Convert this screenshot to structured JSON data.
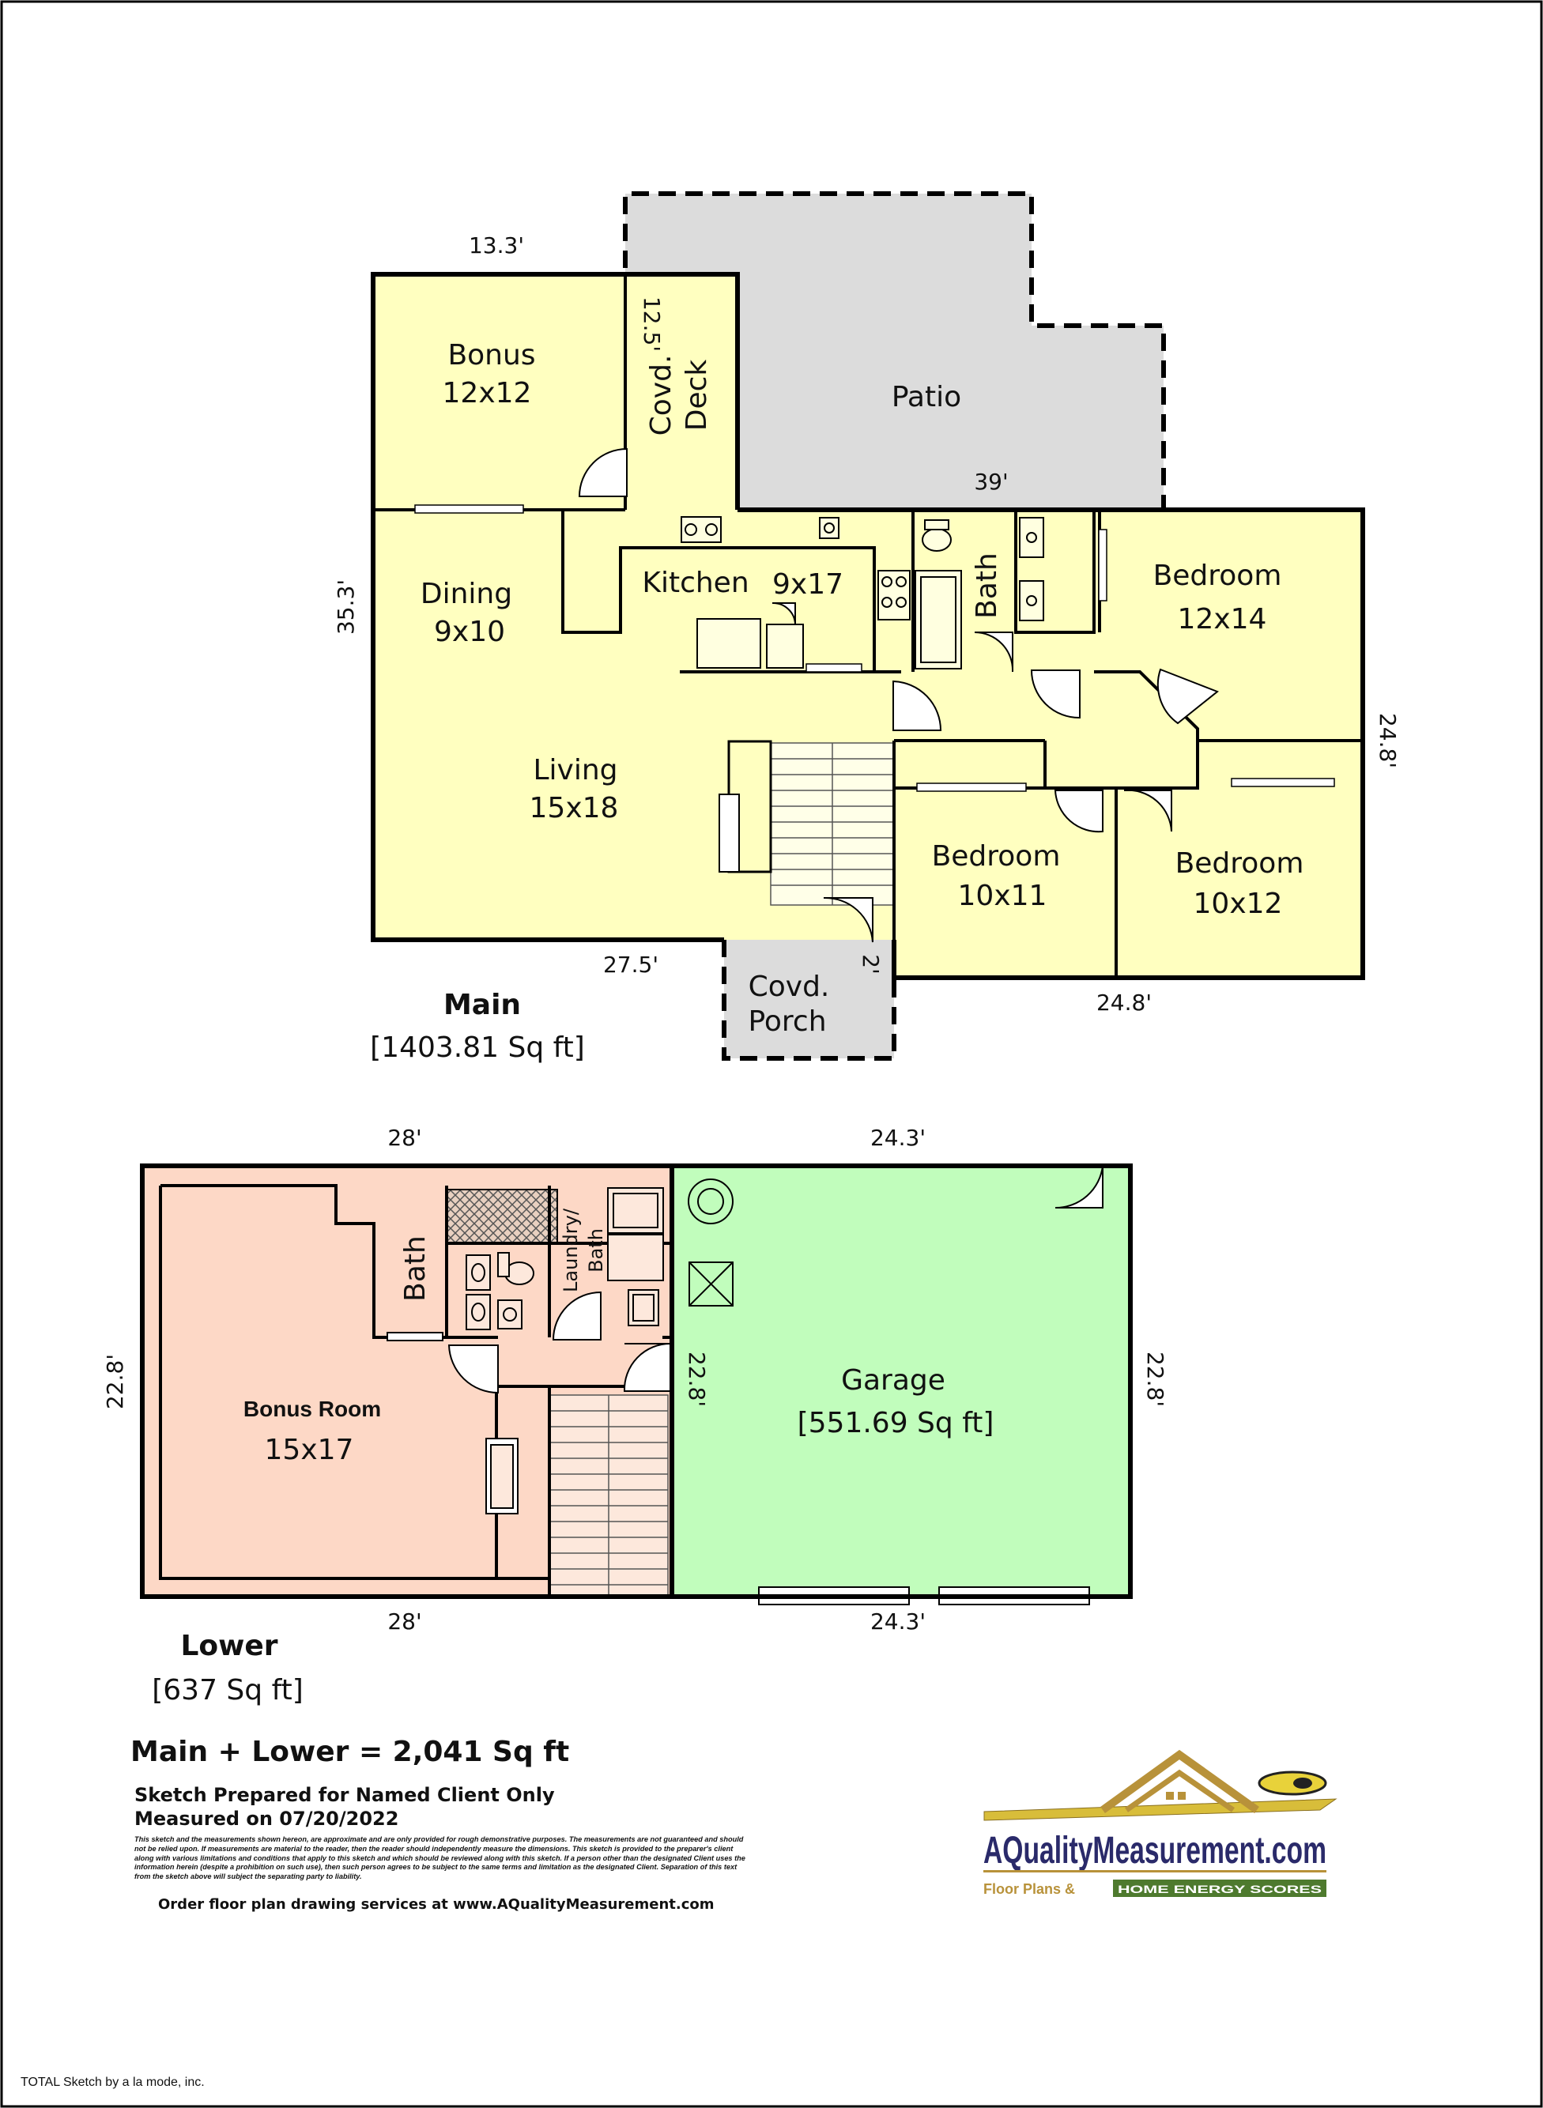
{
  "floors": {
    "main": {
      "title": "Main",
      "area": "[1403.81 Sq ft]",
      "rooms": {
        "bonus_name": "Bonus",
        "bonus_size": "12x12",
        "deck_line1": "Covd.",
        "deck_line2": "Deck",
        "patio": "Patio",
        "dining_name": "Dining",
        "dining_size": "9x10",
        "kitchen_name": "Kitchen",
        "kitchen_size": "9x17",
        "bath": "Bath",
        "bedroom1_name": "Bedroom",
        "bedroom1_size": "12x14",
        "living_name": "Living",
        "living_size": "15x18",
        "bedroom2_name": "Bedroom",
        "bedroom2_size": "10x11",
        "bedroom3_name": "Bedroom",
        "bedroom3_size": "10x12",
        "porch_line1": "Covd.",
        "porch_line2": "Porch"
      },
      "dimensions": {
        "top": "13.3'",
        "deck_depth": "12.5'",
        "patio_width": "39'",
        "left": "35.3'",
        "right": "24.8'",
        "bottom_left": "27.5'",
        "porch": "2'",
        "bottom_right": "24.8'"
      }
    },
    "lower": {
      "title": "Lower",
      "area": "[637 Sq ft]",
      "rooms": {
        "bath": "Bath",
        "laundry_line1": "Laundry/",
        "laundry_line2": "Bath",
        "bonus_room_name": "Bonus Room",
        "bonus_room_size": "15x17",
        "garage_name": "Garage",
        "garage_area": "[551.69 Sq ft]"
      },
      "dimensions": {
        "top_left": "28'",
        "top_right": "24.3'",
        "left": "22.8'",
        "garage_inner": "22.8'",
        "right": "22.8'",
        "bottom_left": "28'",
        "bottom_right": "24.3'"
      }
    }
  },
  "summary": {
    "total": "Main + Lower = 2,041 Sq ft",
    "prepared": "Sketch Prepared for Named Client Only",
    "measured": "Measured on 07/20/2022",
    "disclaimer": "This sketch and the measurements shown hereon, are approximate and are only provided for rough demonstrative purposes. The measurements are not guaranteed and should not be relied upon. If measurements are material to the reader, then the reader should independently measure the dimensions. This sketch is provided to the preparer's client along with various limitations and conditions that apply to this sketch and which should be reviewed along with this sketch. If a person other than the designated Client uses the information herein (despite a prohibition on such use), then such person agrees to be subject to the same terms and limitation as the designated Client. Separation of this text from the sketch above will subject the separating party to liability.",
    "order": "Order floor plan drawing services at www.AQualityMeasurement.com"
  },
  "logo": {
    "brand": "AQualityMeasurement.com",
    "tagline_1": "Floor Plans &",
    "tagline_2": "HOME ENERGY SCORES"
  },
  "footer": {
    "credit": "TOTAL Sketch by a la mode, inc."
  },
  "colors": {
    "room_fill": "#ffffc0",
    "patio_fill": "#dcdcdc",
    "lower_fill": "#fdd8c6",
    "garage_fill": "#c1fdbc",
    "logo_gold": "#b8923a",
    "logo_navy": "#2a2a6a"
  }
}
